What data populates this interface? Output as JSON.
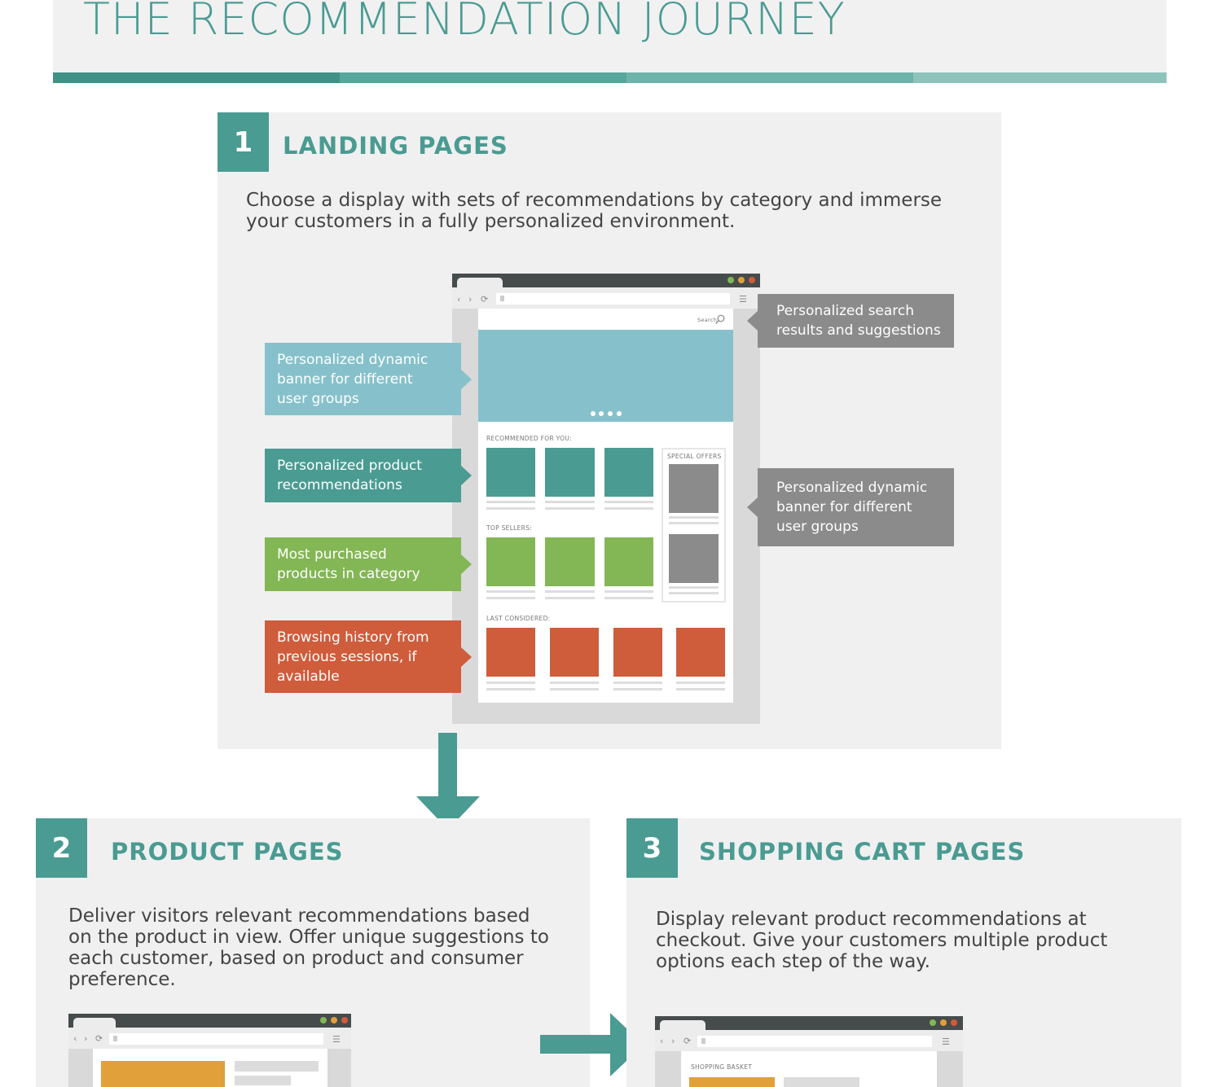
{
  "header": {
    "title": "THE RECOMMENDATION JOURNEY",
    "strip_colors": [
      "#3f9186",
      "#55a69b",
      "#6cb3a9",
      "#8cc4bc"
    ]
  },
  "sections": [
    {
      "number": "1",
      "title": "LANDING PAGES",
      "description": "Choose a display with sets of recommendations by category and immerse your customers in a fully personalized environment."
    },
    {
      "number": "2",
      "title": "PRODUCT PAGES",
      "description": "Deliver visitors relevant recommendations based on the product in view. Offer unique suggestions to each customer, based on product and consumer preference."
    },
    {
      "number": "3",
      "title": "SHOPPING CART PAGES",
      "description": "Display relevant product recommendations at checkout. Give your customers multiple product options each step of the way."
    }
  ],
  "callouts": {
    "left": [
      {
        "text": "Personalized dynamic\nbanner for different\nuser groups",
        "color": "#86c1cb"
      },
      {
        "text": "Personalized product\nrecommendations",
        "color": "#4a9b92"
      },
      {
        "text": "Most purchased\nproducts in category",
        "color": "#83b655"
      },
      {
        "text": "Browsing history from\nprevious sessions, if\navailable",
        "color": "#cf5c3b"
      }
    ],
    "right": [
      {
        "text": "Personalized search\nresults and suggestions",
        "color": "#8b8b8b"
      },
      {
        "text": "Personalized dynamic\nbanner for different\nuser groups",
        "color": "#8b8b8b"
      }
    ]
  },
  "mockup": {
    "search_label": "Search",
    "recommended_label": "RECOMMENDED FOR YOU:",
    "top_sellers_label": "TOP SELLERS:",
    "last_considered_label": "LAST CONSIDERED:",
    "special_offers_label": "SPECIAL OFFERS",
    "cart_label": "SHOPPING BASKET",
    "banner_color": "#86c1cb"
  },
  "icons": {
    "back": "chevron-left-icon",
    "forward": "chevron-right-icon",
    "reload": "reload-icon",
    "page": "page-icon",
    "menu": "hamburger-menu-icon",
    "search": "search-icon",
    "arrow_down": "arrow-down-icon",
    "arrow_right": "arrow-right-icon"
  },
  "colors": {
    "teal": "#4a9b92",
    "panel": "#f0f0f0"
  }
}
